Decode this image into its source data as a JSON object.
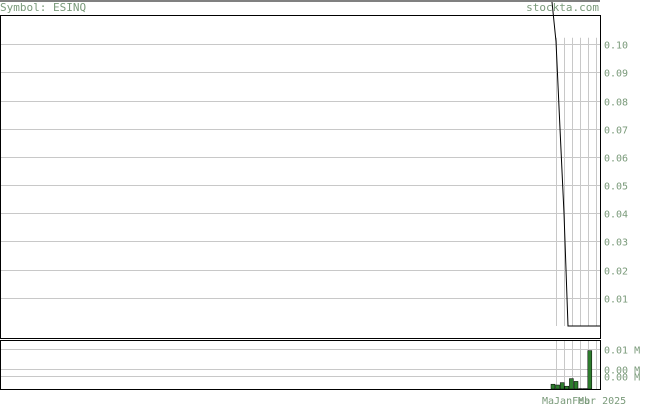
{
  "header": {
    "symbol_text": "Symbol: ESINQ",
    "site_text": "stockta.com"
  },
  "colors": {
    "grid": "#c8c8c8",
    "frame": "#000000",
    "label": "#7a9a7a",
    "volume_bar": "#2e7d2e",
    "price_line": "#000000"
  },
  "chart_data": [
    {
      "type": "line",
      "title": "",
      "ylim": [
        0.0,
        0.11
      ],
      "y_ticks": [
        0.01,
        0.02,
        0.03,
        0.04,
        0.05,
        0.06,
        0.07,
        0.08,
        0.09,
        0.1
      ],
      "y_tick_labels": [
        "0.01",
        "0.02",
        "0.03",
        "0.04",
        "0.05",
        "0.06",
        "0.07",
        "0.08",
        "0.09",
        "0.10"
      ],
      "x": [
        0,
        1,
        2,
        3,
        4,
        5,
        6,
        7,
        8,
        9,
        10,
        11,
        12
      ],
      "series": [
        {
          "values": [
            0.115,
            0.101,
            0.07,
            0.04,
            0.0,
            0.0,
            0.0,
            0.0,
            0.0,
            0.0,
            0.0,
            0.0,
            0.0
          ]
        }
      ],
      "grid": true
    },
    {
      "type": "bar",
      "title": "",
      "y_tick_labels": [
        "0.01 M",
        "0.00 M",
        "0.00 M"
      ],
      "values": [
        0.0012,
        0.001,
        0.0016,
        0.0007,
        0.0026,
        0.0019,
        0.0001,
        0.0001,
        0.0096
      ],
      "x_tick_label": "Mar 2025",
      "x_tick_overlap_text": "MaJanFeb"
    }
  ]
}
